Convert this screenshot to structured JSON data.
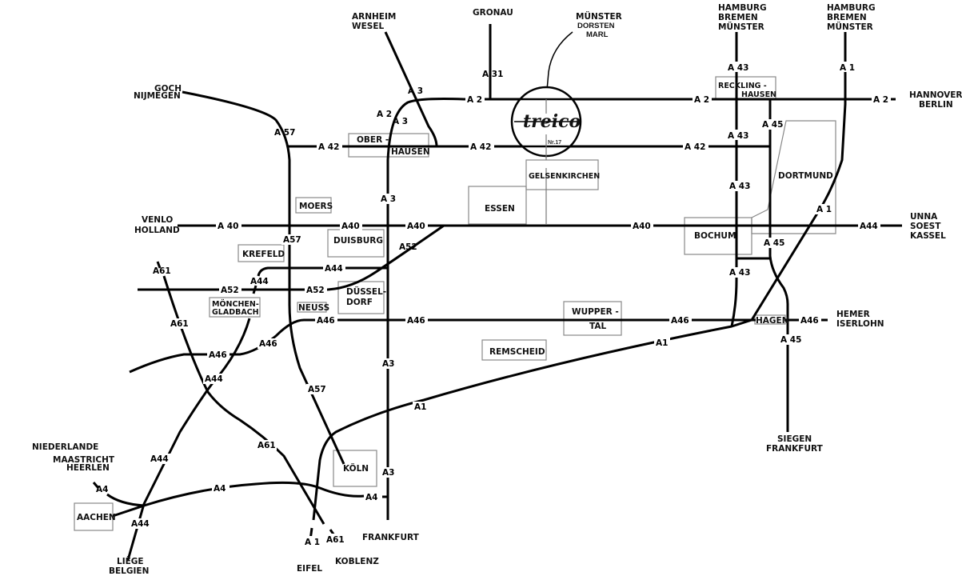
{
  "title": "Anfahrtskarte treico",
  "logo": {
    "text": "treico",
    "exit": "Nr.17"
  },
  "destinations": {
    "arnheim": [
      "ARNHEIM",
      "WESEL"
    ],
    "gronau": [
      "GRONAU"
    ],
    "muenster_top": [
      "MÜNSTER",
      "DORSTEN",
      "MARL"
    ],
    "hamburg_a43": [
      "HAMBURG",
      "BREMEN",
      "MÜNSTER"
    ],
    "hamburg_a1": [
      "HAMBURG",
      "BREMEN",
      "MÜNSTER"
    ],
    "hannover": [
      "HANNOVER",
      "BERLIN"
    ],
    "goch": [
      "GOCH",
      "NIJMEGEN"
    ],
    "venlo": [
      "VENLO",
      "HOLLAND"
    ],
    "unna": [
      "UNNA",
      "SOEST",
      "KASSEL"
    ],
    "hemer": [
      "HEMER",
      "ISERLOHN"
    ],
    "siegen": [
      "SIEGEN",
      "FRANKFURT"
    ],
    "niederlande": [
      "NIEDERLANDE"
    ],
    "maastricht": [
      "MAASTRICHT",
      "HEERLEN"
    ],
    "liege": [
      "LIÈGE",
      "BELGIEN"
    ],
    "eifel": [
      "EIFEL"
    ],
    "koblenz": [
      "KOBLENZ"
    ],
    "frankfurt": [
      "FRANKFURT"
    ]
  },
  "cities": {
    "oberhausen": [
      "OBER -",
      "HAUSEN"
    ],
    "gelsenkirchen": "GELSENKIRCHEN",
    "essen": "ESSEN",
    "recklinghausen": [
      "RECKLING -",
      "HAUSEN"
    ],
    "dortmund": "DORTMUND",
    "bochum": "BOCHUM",
    "moers": "MOERS",
    "duisburg": "DUISBURG",
    "krefeld": "KREFELD",
    "duesseldorf": [
      "DÜSSEL-",
      "DORF"
    ],
    "neuss": "NEUSS",
    "moenchengladbach": [
      "MÖNCHEN-",
      "GLADBACH"
    ],
    "wuppertal": [
      "WUPPER -",
      "TAL"
    ],
    "remscheid": "REMSCHEID",
    "hagen": "HAGEN",
    "koeln": "KÖLN",
    "aachen": "AACHEN"
  },
  "roads": {
    "a3_arnheim": "A 3",
    "a2_left": "A 2",
    "a3_ober": "A 3",
    "a31": "A 31",
    "a2_mid": "A 2",
    "a2_right": "A 2",
    "a2_east": "A 2",
    "a57_top": "A 57",
    "a42_left": "A 42",
    "a42_mid": "A 42",
    "a42_right": "A 42",
    "a43_top": "A 43",
    "a43_mid": "A 43",
    "a43_mid2": "A 43",
    "a43_low": "A 43",
    "a45_top": "A 45",
    "a45_mid": "A 45",
    "a45_low": "A 45",
    "a1_top": "A 1",
    "a1_mid": "A 1",
    "a1_wupper": "A1",
    "a1_low": "A1",
    "a1_bottom": "A 1",
    "a3_duis": "A 3",
    "a40_venlo": "A 40",
    "a40_duis": "A40",
    "a40_mid": "A40",
    "a40_bochum": "A40",
    "a44_unna": "A44",
    "a57_duis": "A57",
    "a52_ess": "A52",
    "a44_duis": "A44",
    "a44_mg": "A44",
    "a52_left": "A52",
    "a52_mid": "A52",
    "a61_top": "A61",
    "a61_mid": "A61",
    "a61_low": "A61",
    "a61_bottom": "A61",
    "a46_neuss": "A46",
    "a46_mid": "A46",
    "a46_east": "A46",
    "a46_hagen": "A46",
    "a46_curve": "A46",
    "a46_left": "A46",
    "a44_low": "A44",
    "a44_aachen": "A44",
    "a44_bottom": "A44",
    "a57_low": "A57",
    "a3_low": "A3",
    "a3_koeln": "A3",
    "a4_koeln": "A4",
    "a4_mid": "A4",
    "a4_aachen": "A4"
  }
}
